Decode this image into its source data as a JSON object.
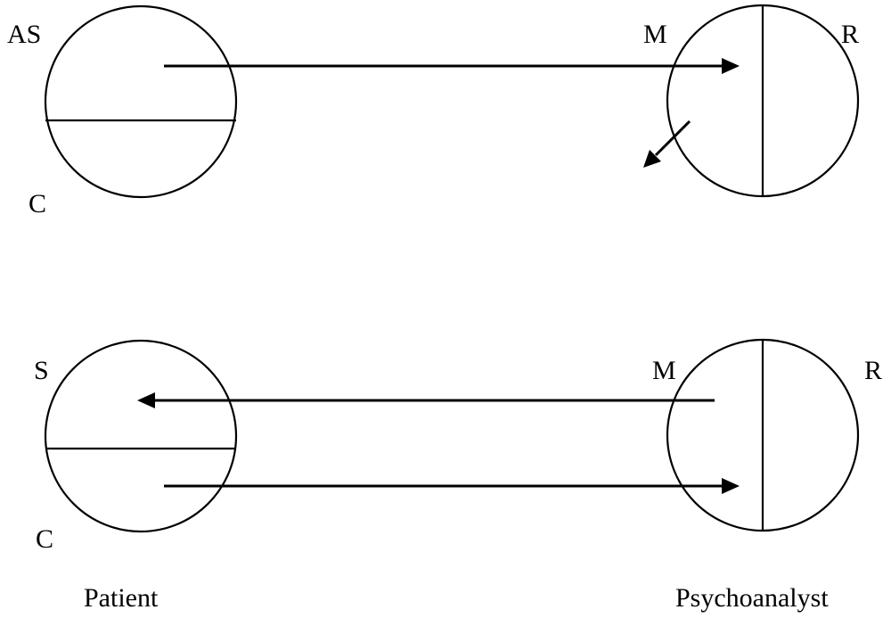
{
  "labels": {
    "top_patient_upper": "AS",
    "top_patient_lower": "C",
    "top_analyst_left": "M",
    "top_analyst_right": "R",
    "bottom_patient_upper": "S",
    "bottom_patient_lower": "C",
    "bottom_analyst_left": "M",
    "bottom_analyst_right": "R",
    "caption_left": "Patient",
    "caption_right": "Psychoanalyst"
  },
  "colors": {
    "ink": "#000000",
    "background": "#ffffff"
  }
}
